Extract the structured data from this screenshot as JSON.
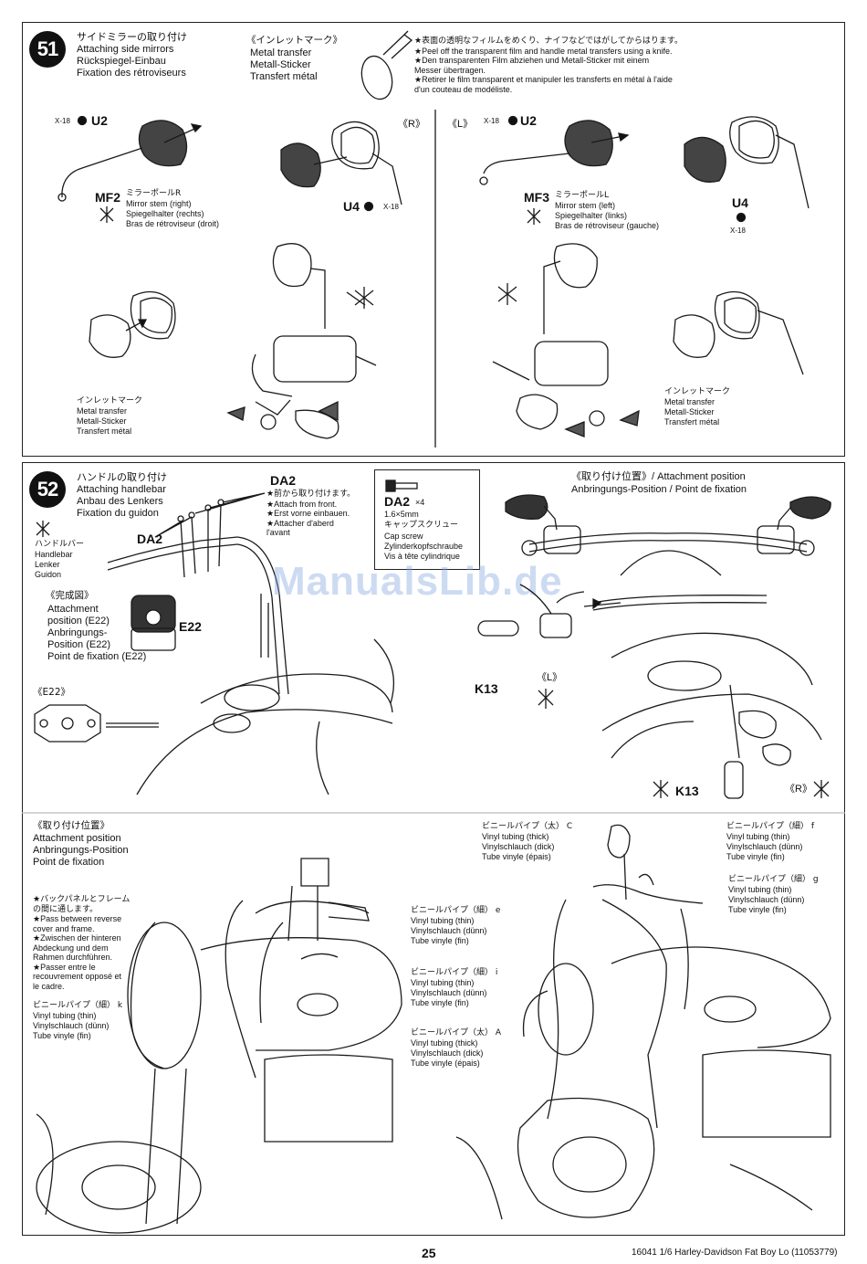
{
  "step51": {
    "number": "51",
    "title_ja": "サイドミラーの取り付け",
    "title_en": "Attaching side mirrors",
    "title_de": "Rückspiegel-Einbau",
    "title_fr": "Fixation des rétroviseurs",
    "inlet_mark": {
      "ja": "《インレットマーク》",
      "en": "Metal transfer",
      "de": "Metall-Sticker",
      "fr": "Transfert métal"
    },
    "note_lines": [
      "★表面の透明なフィルムをめくり、ナイフなどではがしてからはります。",
      "★Peel off the transparent film and handle metal transfers using a knife.",
      "★Den transparenten Film abziehen und Metall-Sticker mit einem",
      "Messer übertragen.",
      "★Retirer le film transparent et manipuler les transferts en métal à l'aide",
      "d'un couteau de modéliste."
    ],
    "right_tag": "《R》",
    "left_tag": "《L》",
    "u2_left": "U2",
    "u2_right": "U2",
    "x18_a": "X-18",
    "x18_b": "X-18",
    "x18_c": "X-18",
    "x18_d": "X-18",
    "u4_left": "U4",
    "u4_right": "U4",
    "mf2": {
      "code": "MF2",
      "ja": "ミラーポールR",
      "en": "Mirror stem (right)",
      "de": "Spiegelhalter (rechts)",
      "fr": "Bras de rétroviseur (droit)"
    },
    "mf3": {
      "code": "MF3",
      "ja": "ミラーポールL",
      "en": "Mirror stem (left)",
      "de": "Spiegelhalter (links)",
      "fr": "Bras de rétroviseur (gauche)"
    },
    "inlet_left": {
      "ja": "インレットマーク",
      "en": "Metal transfer",
      "de": "Metall-Sticker",
      "fr": "Transfert métal"
    },
    "inlet_right": {
      "ja": "インレットマーク",
      "en": "Metal transfer",
      "de": "Metall-Sticker",
      "fr": "Transfert métal"
    }
  },
  "step52": {
    "number": "52",
    "title_ja": "ハンドルの取り付け",
    "title_en": "Attaching handlebar",
    "title_de": "Anbau des Lenkers",
    "title_fr": "Fixation du guidon",
    "da2_top": "DA2",
    "da2_left": "DA2",
    "da2_note": [
      "★前から取り付けます。",
      "★Attach from front.",
      "★Erst vorne einbauen.",
      "★Attacher d'aberd",
      "l'avant"
    ],
    "handlebar": {
      "ja": "ハンドルバー",
      "en": "Handlebar",
      "de": "Lenker",
      "fr": "Guidon"
    },
    "finished": {
      "ja": "《完成図》",
      "en1": "Attachment",
      "en2": "position (E22)",
      "de1": "Anbringungs-",
      "de2": "Position (E22)",
      "fr": "Point de fixation (E22)"
    },
    "e22_label": "E22",
    "e22_tag": "《E22》",
    "screw": {
      "code": "DA2",
      "qty": "×4",
      "size": "1.6×5mm",
      "ja": "キャップスクリュー",
      "en": "Cap screw",
      "de": "Zylinderkopfschraube",
      "fr": "Vis à tête cylindrique"
    },
    "attach_pos_top": {
      "line1": "《取り付け位置》/ Attachment position",
      "line2": "Anbringungs-Position / Point de fixation"
    },
    "k13_a": "K13",
    "k13_b": "K13",
    "l_tag": "《L》",
    "r_tag": "《R》",
    "attach_pos_bottom": {
      "ja": "《取り付け位置》",
      "en": "Attachment position",
      "de": "Anbringungs-Position",
      "fr": "Point de fixation"
    },
    "pass_note": [
      "★バックパネルとフレーム",
      "の間に通します。",
      "★Pass between reverse",
      "cover and frame.",
      "★Zwischen der hinteren",
      "Abdeckung und dem",
      "Rahmen durchführen.",
      "★Passer entre le",
      "recouvrement opposé et",
      "le cadre."
    ],
    "tube_k": {
      "ja": "ビニールパイプ（細）",
      "mark": "k",
      "en": "Vinyl tubing (thin)",
      "de": "Vinylschlauch (dünn)",
      "fr": "Tube vinyle (fin)"
    },
    "tube_c_thick": {
      "ja": "ビニールパイプ（太）",
      "mark": "C",
      "en": "Vinyl tubing (thick)",
      "de": "Vinylschlauch (dick)",
      "fr": "Tube vinyle (épais)"
    },
    "tube_f": {
      "ja": "ビニールパイプ（細）",
      "mark": "f",
      "en": "Vinyl tubing (thin)",
      "de": "Vinylschlauch (dünn)",
      "fr": "Tube vinyle (fin)"
    },
    "tube_g": {
      "ja": "ビニールパイプ（細）",
      "mark": "g",
      "en": "Vinyl tubing (thin)",
      "de": "Vinylschlauch (dünn)",
      "fr": "Tube vinyle (fin)"
    },
    "tube_e": {
      "ja": "ビニールパイプ（細）",
      "mark": "e",
      "en": "Vinyl tubing (thin)",
      "de": "Vinylschlauch (dünn)",
      "fr": "Tube vinyle (fin)"
    },
    "tube_i": {
      "ja": "ビニールパイプ（細）",
      "mark": "i",
      "en": "Vinyl tubing (thin)",
      "de": "Vinylschlauch (dünn)",
      "fr": "Tube vinyle (fin)"
    },
    "tube_a": {
      "ja": "ビニールパイプ（太）",
      "mark": "A",
      "en": "Vinyl tubing (thick)",
      "de": "Vinylschlauch (dick)",
      "fr": "Tube vinyle (épais)"
    }
  },
  "watermark": "ManualsLib.de",
  "footer": {
    "page": "25",
    "info": "16041  1/6 Harley-Davidson Fat Boy Lo (11053779)"
  }
}
